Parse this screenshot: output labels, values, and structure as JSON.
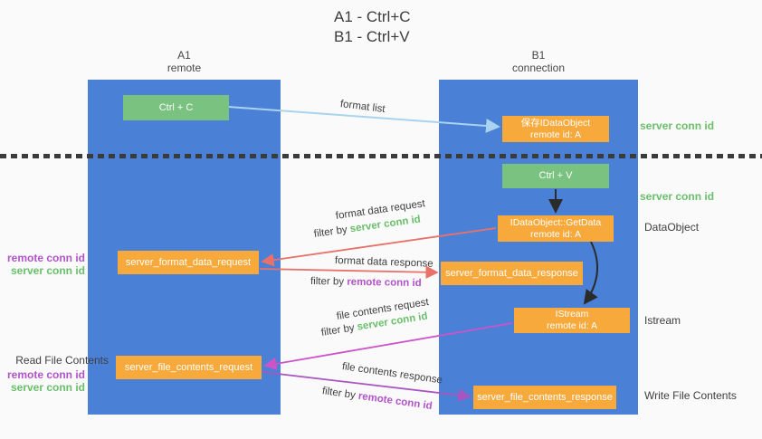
{
  "title": {
    "line1": "A1 - Ctrl+C",
    "line2": "B1 - Ctrl+V"
  },
  "lanes": {
    "left": {
      "name": "A1",
      "role": "remote"
    },
    "right": {
      "name": "B1",
      "role": "connection"
    }
  },
  "nodes": {
    "ctrl_c": {
      "label": "Ctrl + C"
    },
    "save_dataobject": {
      "line1": "保存IDataObject",
      "line2": "remote id: A"
    },
    "ctrl_v": {
      "label": "Ctrl + V"
    },
    "getdata": {
      "line1": "IDataObject::GetData",
      "line2": "remote id: A"
    },
    "istream": {
      "line1": "IStream",
      "line2": "remote id: A"
    },
    "format_request": {
      "label": "server_format_data_request"
    },
    "format_response": {
      "label": "server_format_data_response"
    },
    "file_request": {
      "label": "server_file_contents_request"
    },
    "file_response": {
      "label": "server_file_contents_response"
    }
  },
  "arrow_labels": {
    "format_list": "format list",
    "format_data_request": "format data request",
    "format_data_response": "format data response",
    "file_contents_request": "file contents request",
    "file_contents_response": "file contents response",
    "filter_by": "filter by ",
    "server_conn_id": "server conn id",
    "remote_conn_id": "remote conn id"
  },
  "side_labels": {
    "server_conn_id_top": "server conn id",
    "server_conn_id_mid": "server conn id",
    "dataobject": "DataObject",
    "istream": "Istream",
    "write_file_contents": "Write File Contents",
    "read_file_contents": "Read File Contents",
    "remote_conn_id_1": "remote conn id",
    "server_conn_id_1": "server conn id",
    "remote_conn_id_2": "remote conn id",
    "server_conn_id_2": "server conn id"
  },
  "colors": {
    "bg": "#fafafa",
    "lane_blue": "#4a80d5",
    "box_orange": "#f7a93c",
    "box_green": "#79c27f",
    "text_green": "#6abf6b",
    "text_purple": "#b253cb",
    "arrow_blue": "#a9d3ee",
    "arrow_black": "#2b2b2b",
    "arrow_red": "#e8726a",
    "arrow_magenta": "#cd54c8",
    "arrow_purple": "#a855c0"
  }
}
